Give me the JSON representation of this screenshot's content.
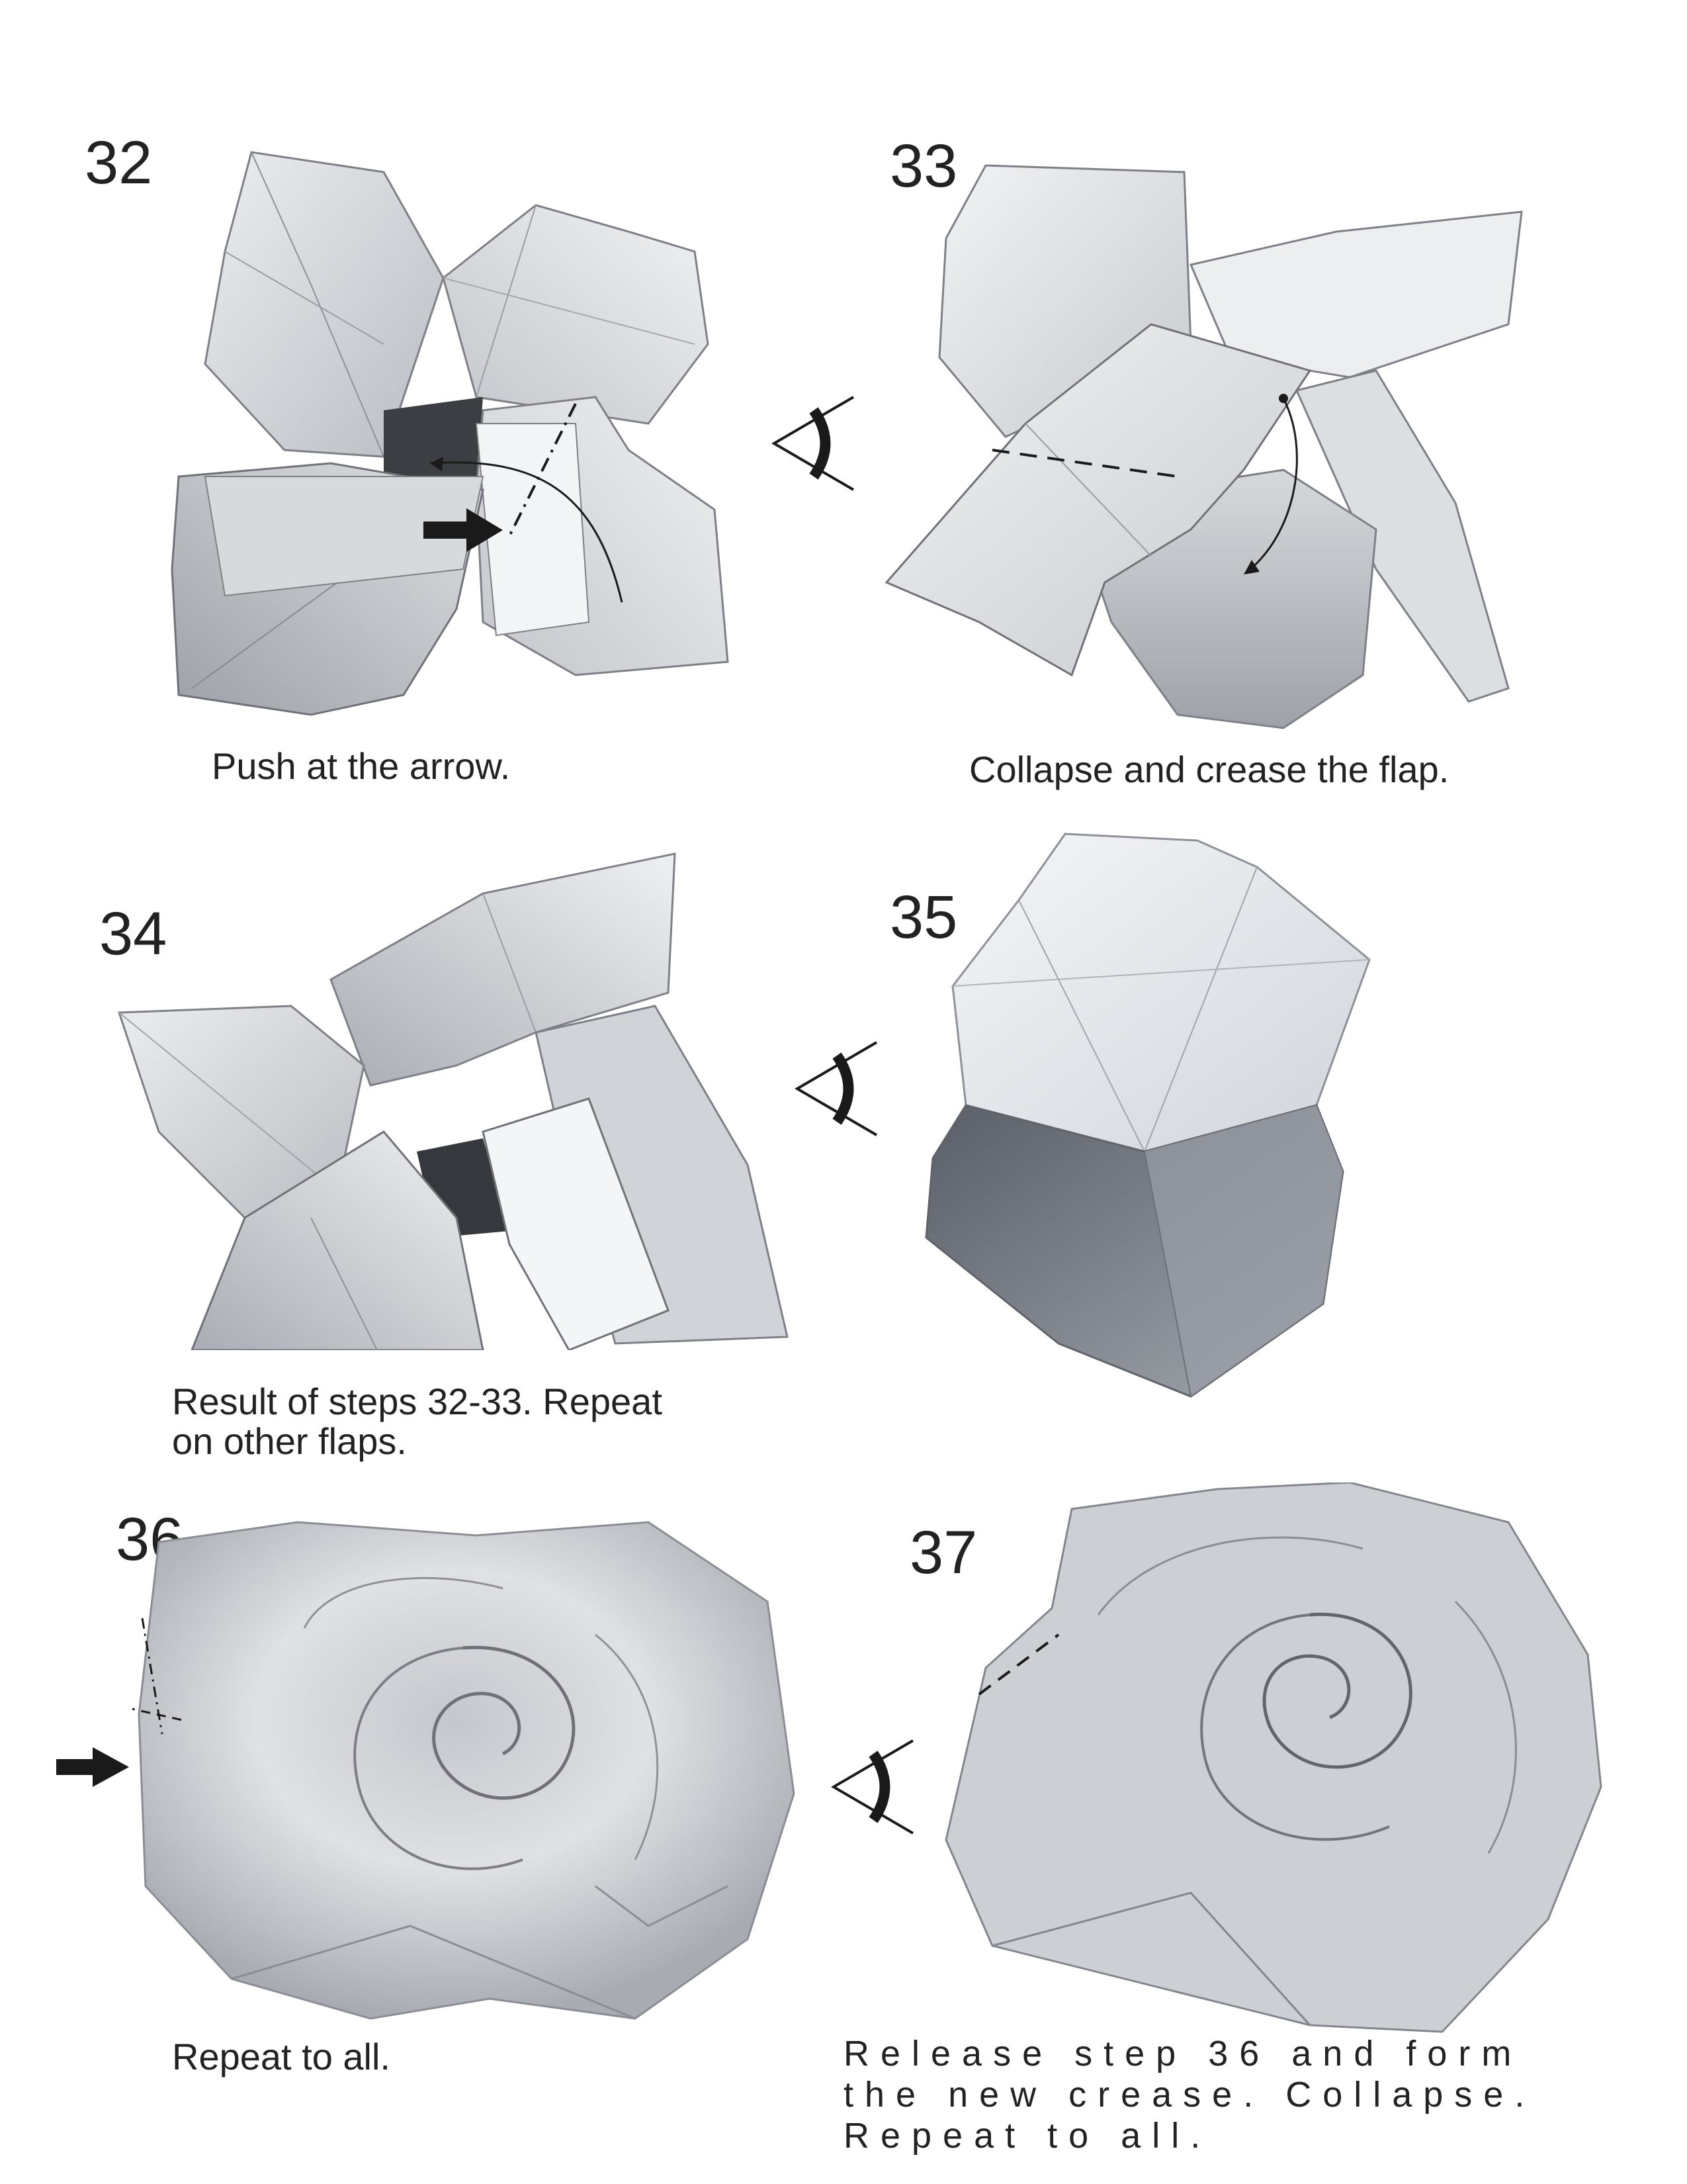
{
  "steps": [
    {
      "number": "32",
      "caption": "Push at the arrow."
    },
    {
      "number": "33",
      "caption": "Collapse and crease the flap."
    },
    {
      "number": "34",
      "caption_line1": "Result of steps 32-33.  Repeat",
      "caption_line2": "on other flaps."
    },
    {
      "number": "35"
    },
    {
      "number": "36",
      "caption": "Repeat to all."
    },
    {
      "number": "37",
      "caption_line1": "Release step 36 and form",
      "caption_line2": "the new crease.  Collapse.",
      "caption_line3": "Repeat to all."
    }
  ],
  "icons": [
    "eye-view-icon",
    "push-arrow-icon",
    "fold-arrow-icon"
  ],
  "colors": {
    "paper_light": "#e6e8ea",
    "paper_mid": "#c9ccd0",
    "paper_dark": "#8c9096",
    "ink": "#1a1a1a"
  }
}
